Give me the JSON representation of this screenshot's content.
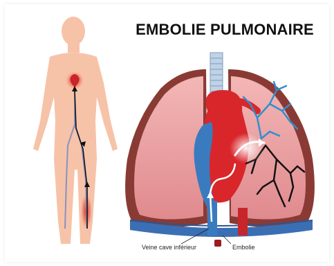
{
  "title": "EMBOLIE PULMONAIRE",
  "labels": {
    "vena_cava": "Veine cave inférieur",
    "embolism": "Embolie"
  },
  "colors": {
    "skin": "#f6c3a8",
    "lung_outer": "#8a3a34",
    "lung_inner": "#e9a4a6",
    "vein_blue": "#3a7bbf",
    "artery_red": "#d9262b",
    "clot_dark": "#9b1b1f",
    "trachea": "#bfd3e6"
  }
}
